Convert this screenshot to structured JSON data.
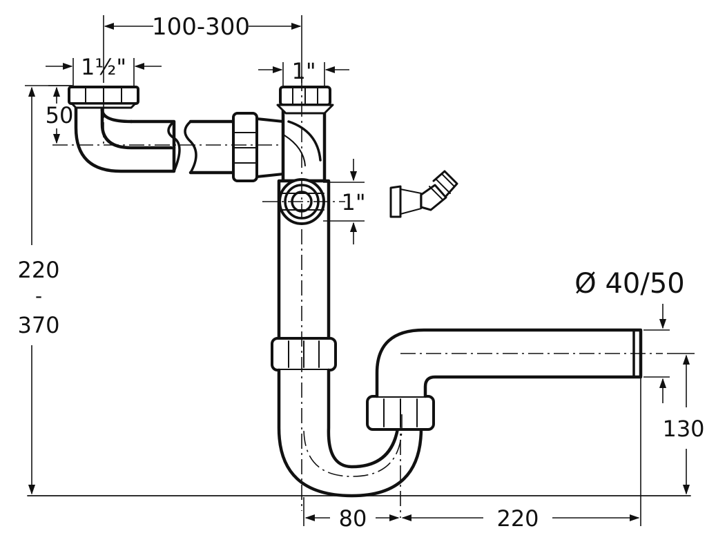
{
  "dimensions": {
    "inlet_pitch": "100-300",
    "inlet_thread": "1½\"",
    "inlet_offset": "50",
    "top_thread": "1\"",
    "side_thread": "1\"",
    "total_height_min": "220",
    "total_height_sep": "-",
    "total_height_max": "370",
    "outlet_diameter": "Ø 40/50",
    "outlet_height": "130",
    "trap_width": "80",
    "outlet_length": "220"
  },
  "colors": {
    "line": "#111111",
    "background": "#ffffff"
  }
}
